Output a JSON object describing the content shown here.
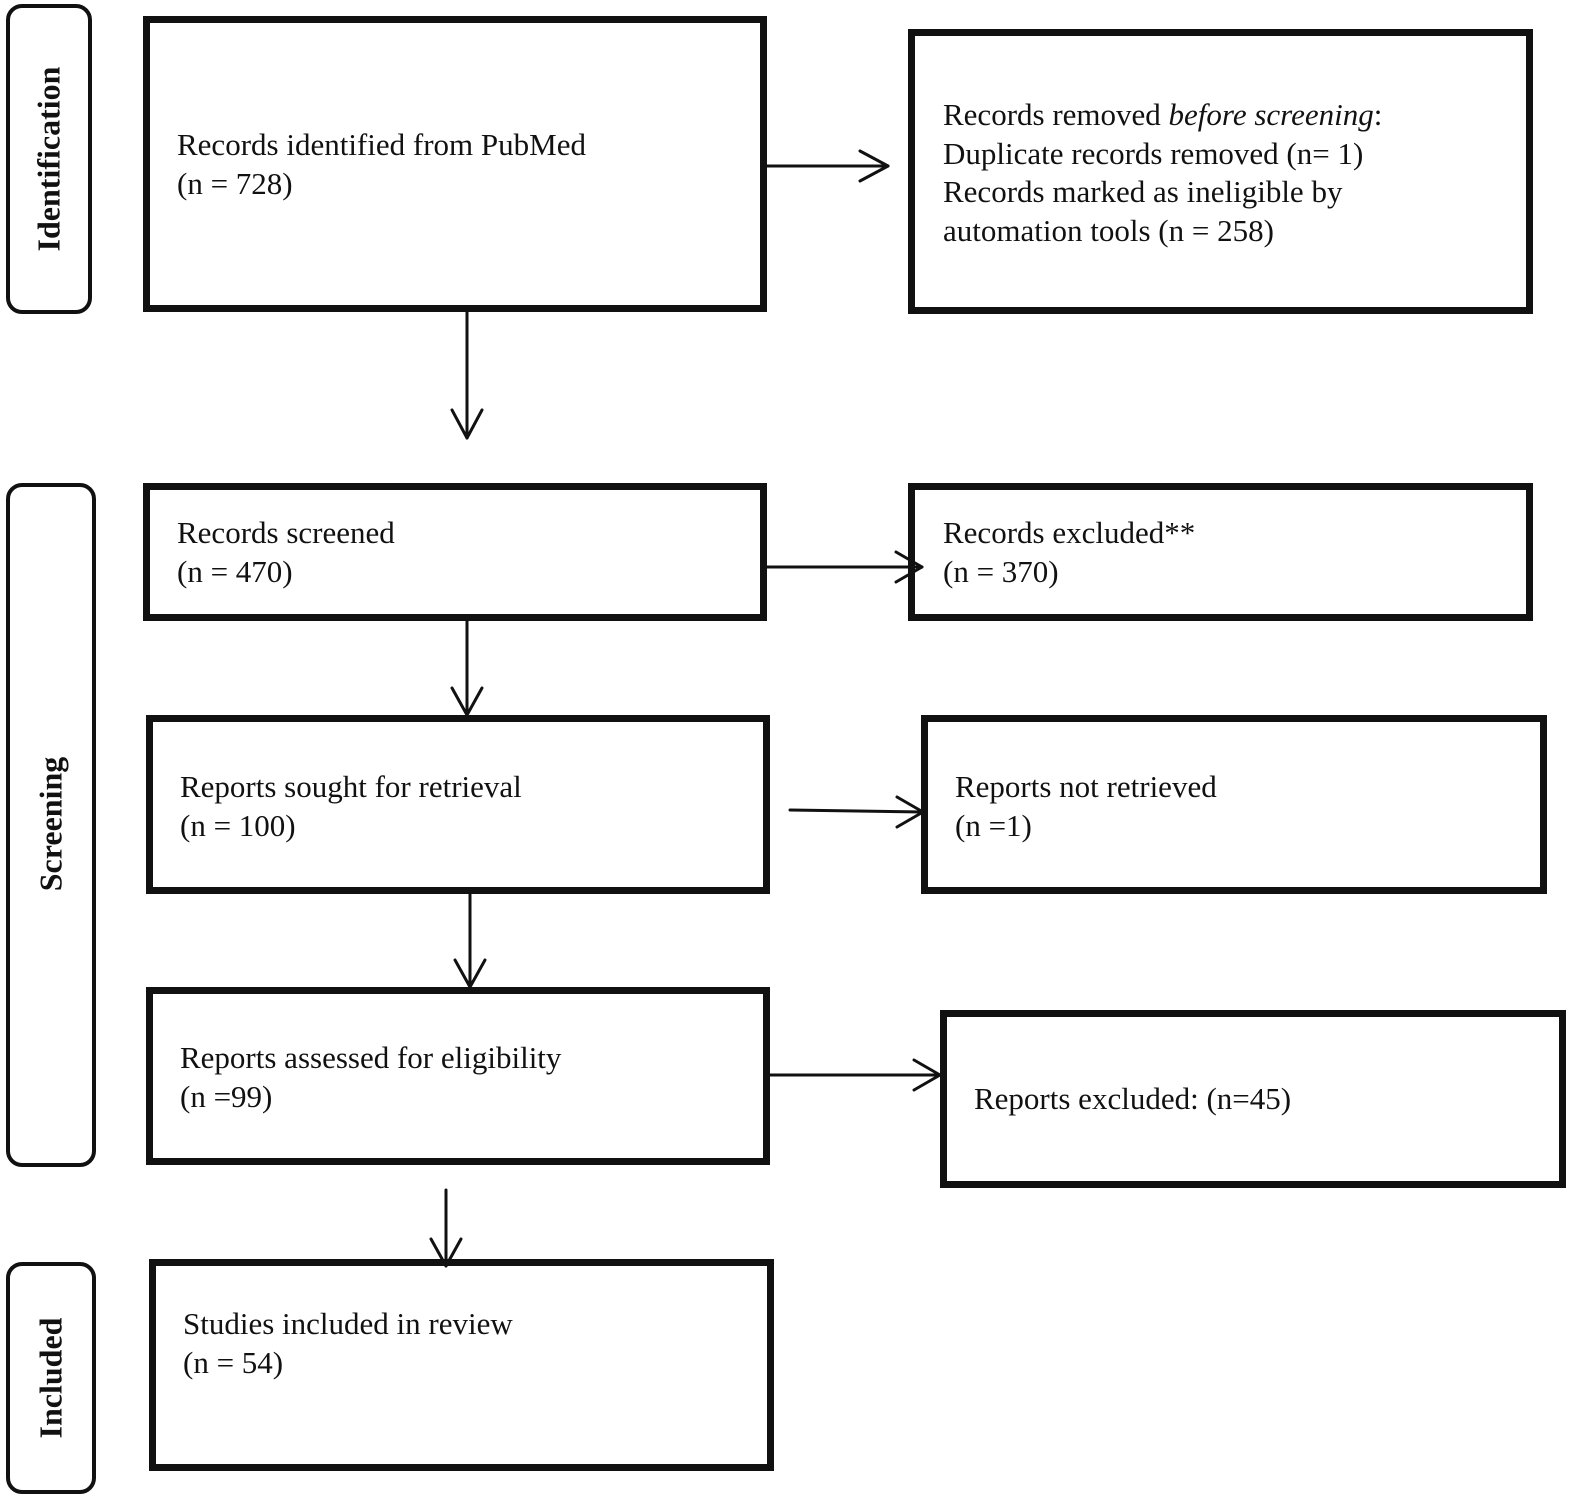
{
  "stages": {
    "identification": "Identification",
    "screening": "Screening",
    "included": "Included"
  },
  "boxes": {
    "pubmed": {
      "line1": "Records identified from PubMed",
      "line2": "(n = 728)"
    },
    "removed": {
      "line1_prefix": "Records removed ",
      "line1_italic": "before screening",
      "line1_suffix": ":",
      "line2": "Duplicate records removed (n= 1)",
      "line3": "Records marked as ineligible by",
      "line4": "automation tools (n = 258)"
    },
    "screened": {
      "line1": "Records screened",
      "line2": "(n = 470)"
    },
    "excluded": {
      "line1": "Records excluded**",
      "line2": "(n = 370)"
    },
    "sought": {
      "line1": "Reports sought for retrieval",
      "line2": "(n = 100)"
    },
    "not_retrieved": {
      "line1": "Reports not retrieved",
      "line2": "(n =1)"
    },
    "assessed": {
      "line1": "Reports assessed for eligibility",
      "line2": "(n =99)"
    },
    "reports_excluded": {
      "line1": "Reports excluded: (n=45)"
    },
    "included": {
      "line1": "Studies included in review",
      "line2": "(n = 54)"
    }
  }
}
